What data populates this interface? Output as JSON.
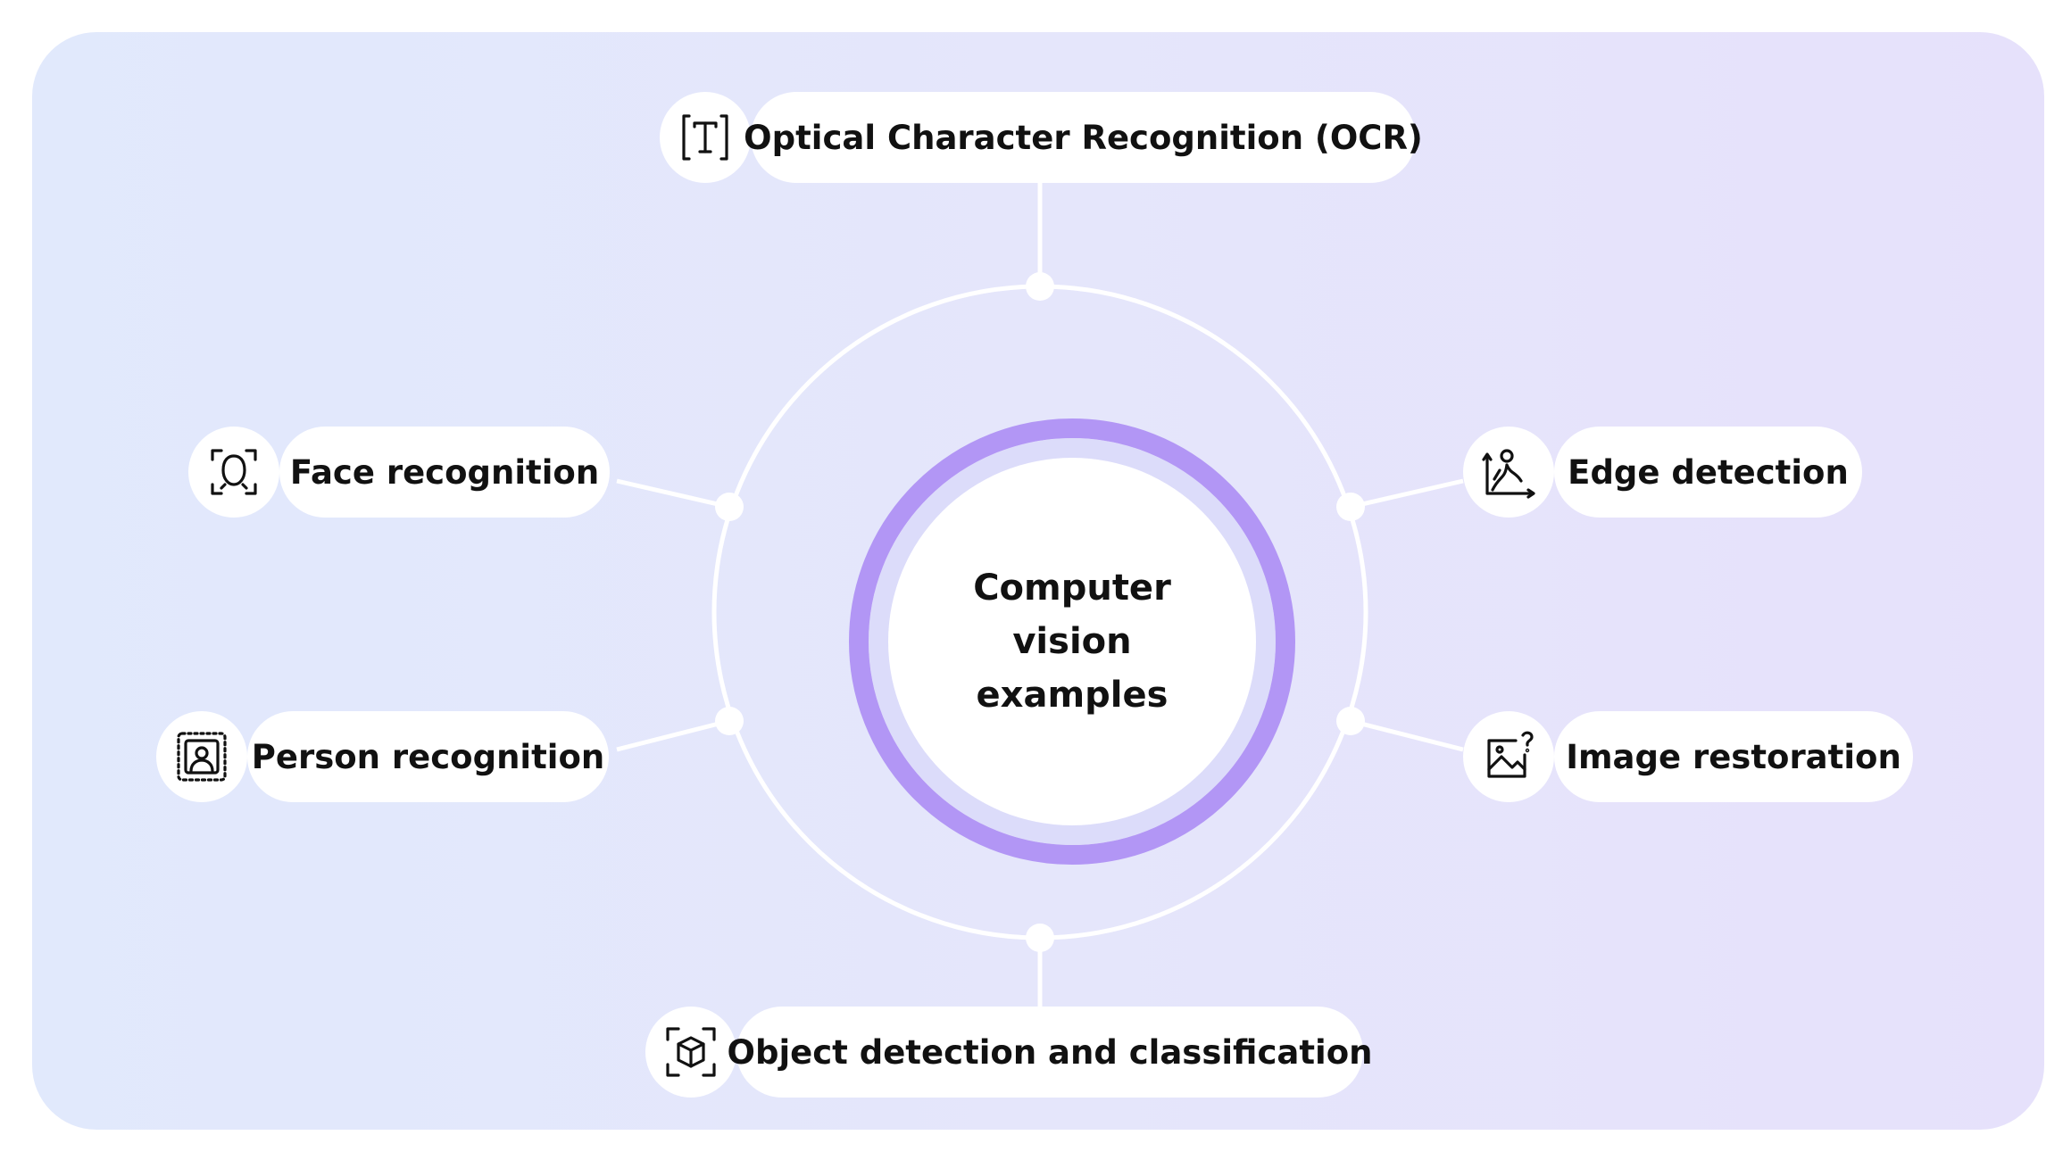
{
  "center": {
    "title_line1": "Computer vision",
    "title_line2": "examples"
  },
  "colors": {
    "background_left": "#e1e9fc",
    "background_right": "#e6e1fb",
    "hub_ring": "#b296f5",
    "hub_inner_ring": "#dcdcfa",
    "connector": "#ffffff",
    "text": "#111111"
  },
  "nodes": [
    {
      "label": "Optical Character Recognition (OCR)",
      "icon": "text-recognition-icon"
    },
    {
      "label": "Face recognition",
      "icon": "face-scan-icon"
    },
    {
      "label": "Edge detection",
      "icon": "edge-chart-icon"
    },
    {
      "label": "Person recognition",
      "icon": "person-frame-icon"
    },
    {
      "label": "Image restoration",
      "icon": "image-question-icon"
    },
    {
      "label": "Object detection and classification",
      "icon": "cube-scan-icon"
    }
  ]
}
